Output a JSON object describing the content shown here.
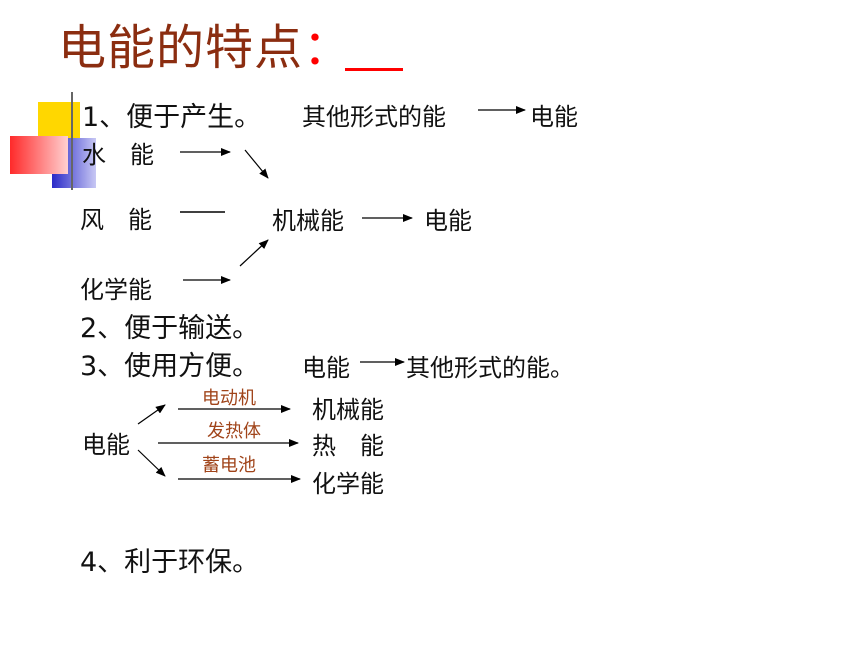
{
  "title": {
    "text": "电能的特点",
    "colon": "："
  },
  "items": {
    "p1_num": "1、便于产生。",
    "p1_text": "其他形式的能",
    "p1_target": "电能",
    "p2": "2、便于输送。",
    "p3_num": "3、使用方便。",
    "p3_from": "电能",
    "p3_to": "其他形式的能。",
    "p4": "4、利于环保。"
  },
  "diagram1": {
    "sources": [
      "水　能",
      "风　能",
      "化学能"
    ],
    "middle": "机械能",
    "target": "电能"
  },
  "diagram2": {
    "source": "电能",
    "devices": [
      "电动机",
      "发热体",
      "蓄电池"
    ],
    "outputs": [
      "机械能",
      "热　能",
      "化学能"
    ]
  },
  "colors": {
    "title": "#8b2d10",
    "accent_red": "#ff0000",
    "device_label": "#a0441a",
    "deco_yellow": "#ffd700",
    "deco_blue": "#3b3bd0",
    "deco_red": "#ff3030"
  }
}
